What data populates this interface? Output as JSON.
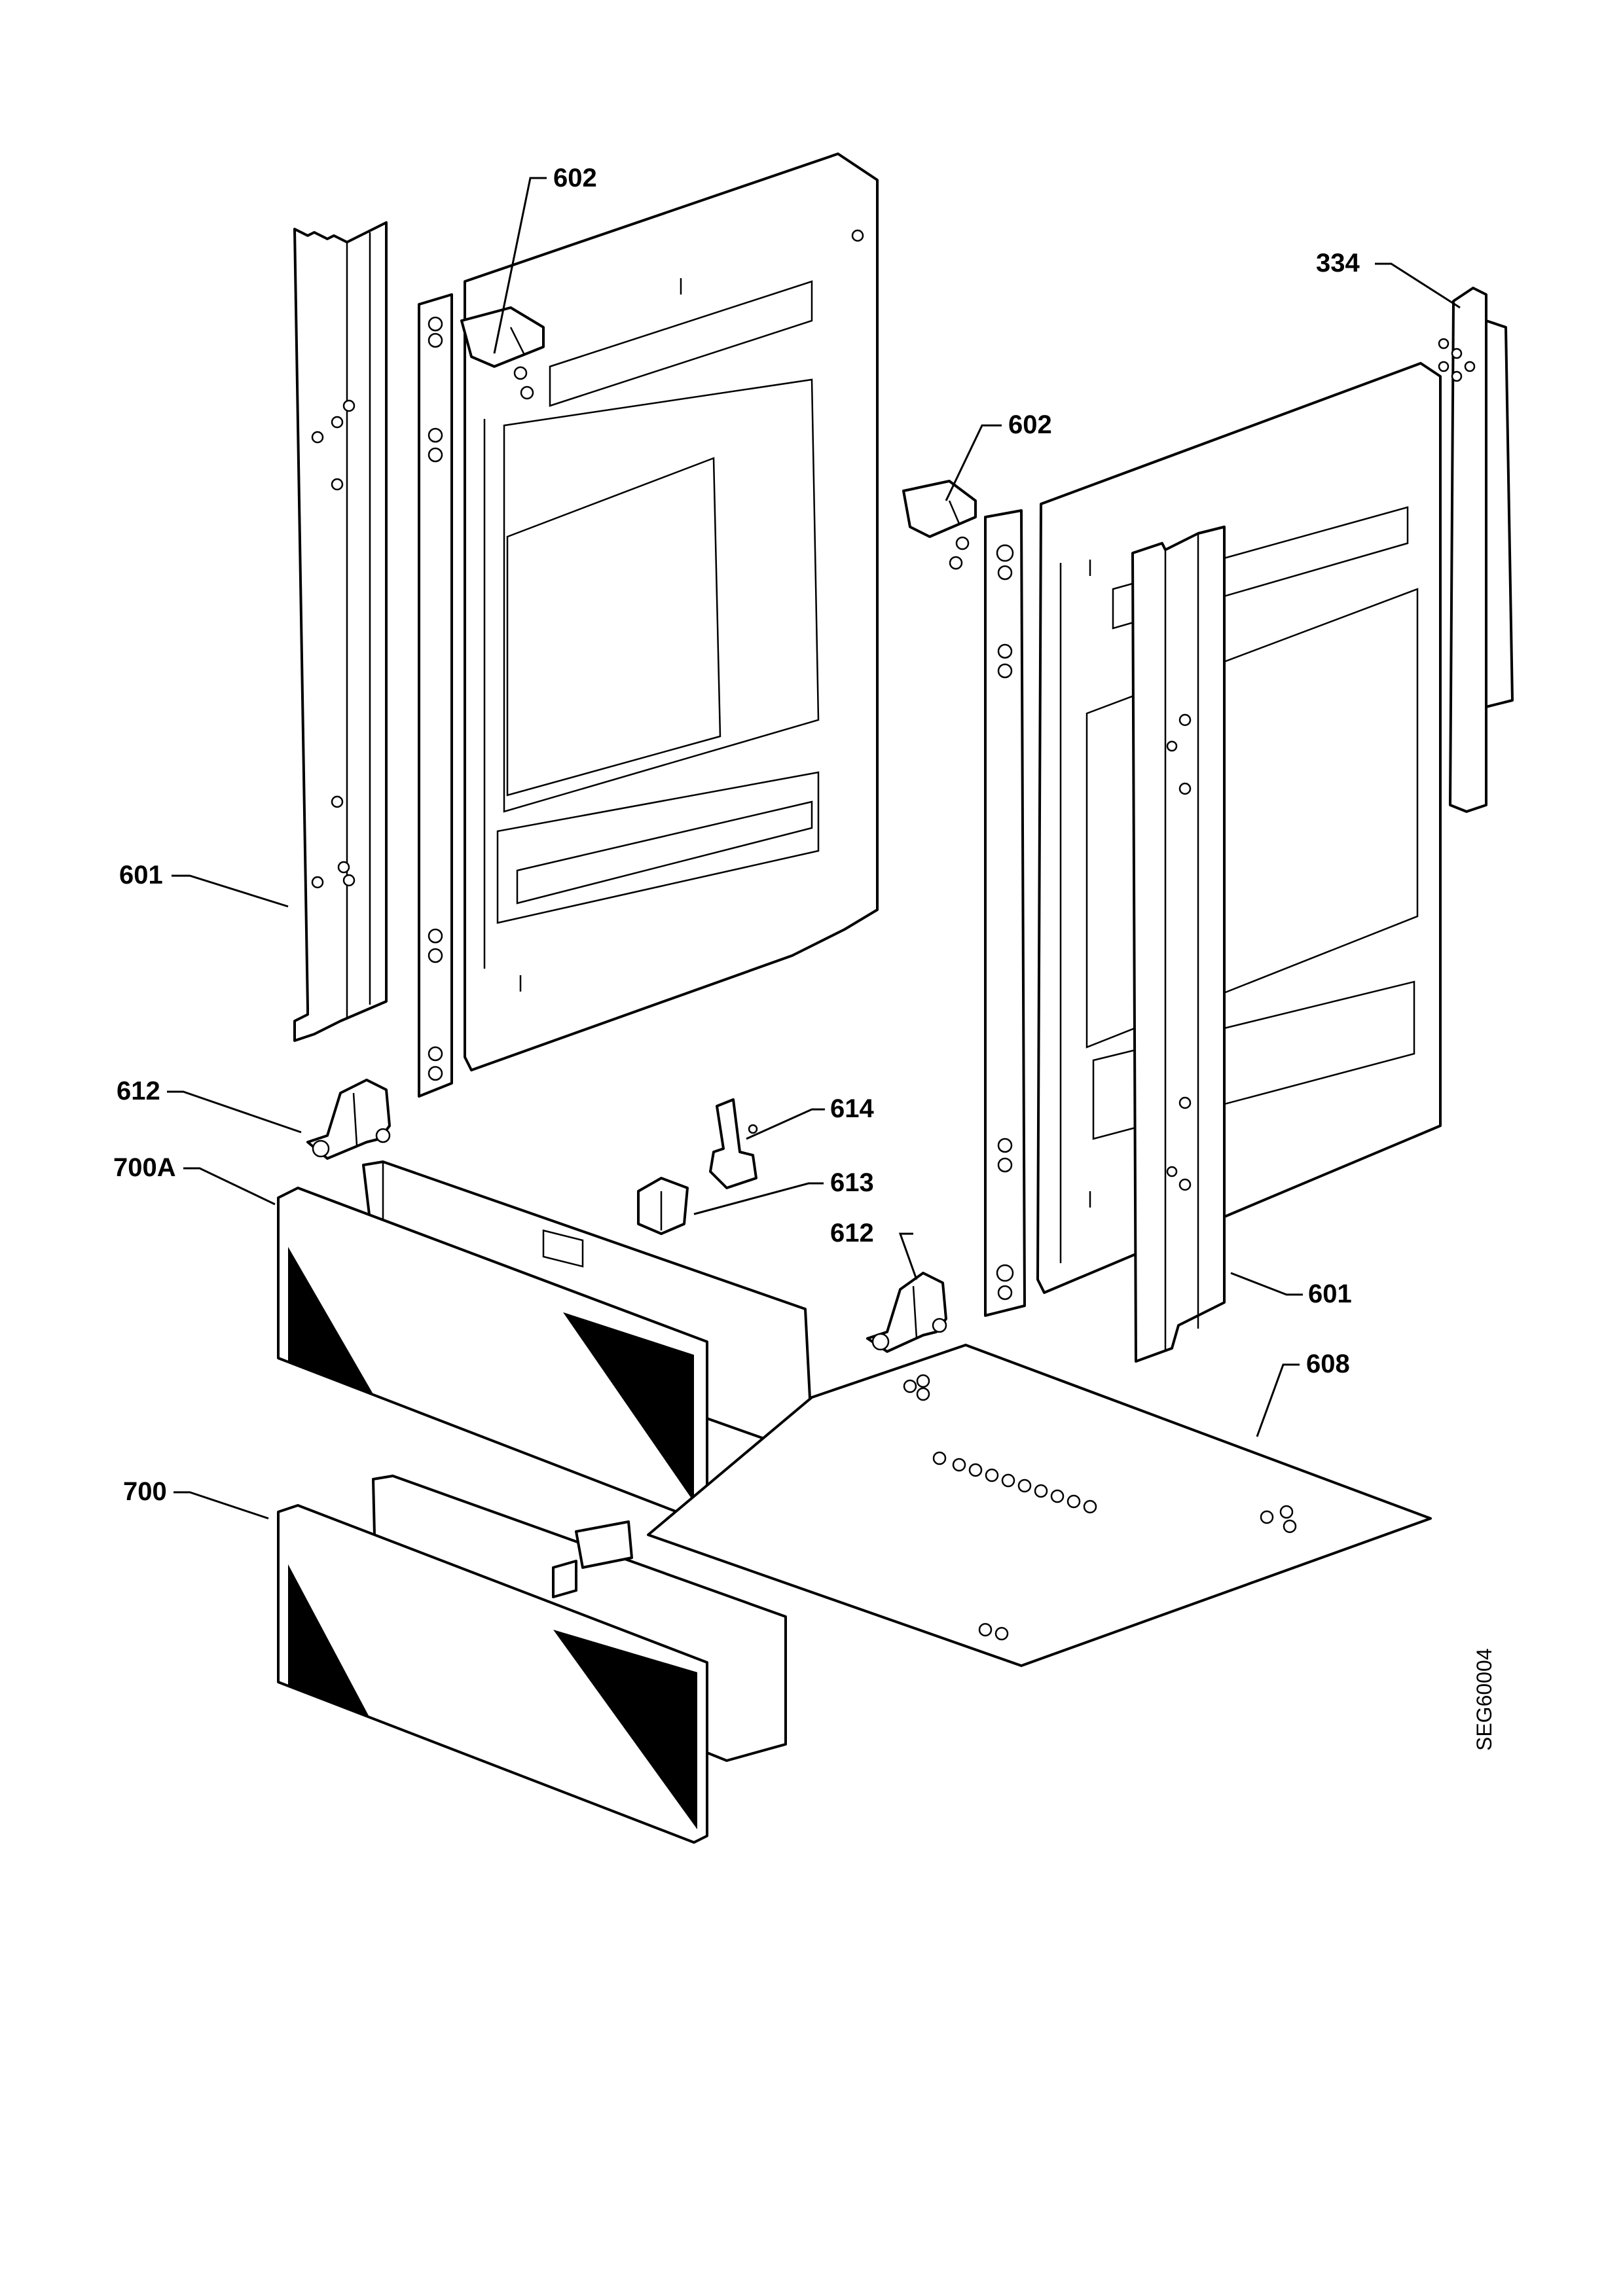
{
  "callouts": {
    "c602_top": "602",
    "c602_right": "602",
    "c334": "334",
    "c601_left": "601",
    "c601_right": "601",
    "c612_left": "612",
    "c612_right": "612",
    "c614": "614",
    "c613": "613",
    "c700A": "700A",
    "c700": "700",
    "c608": "608"
  },
  "drawing_code": "SEG60004"
}
